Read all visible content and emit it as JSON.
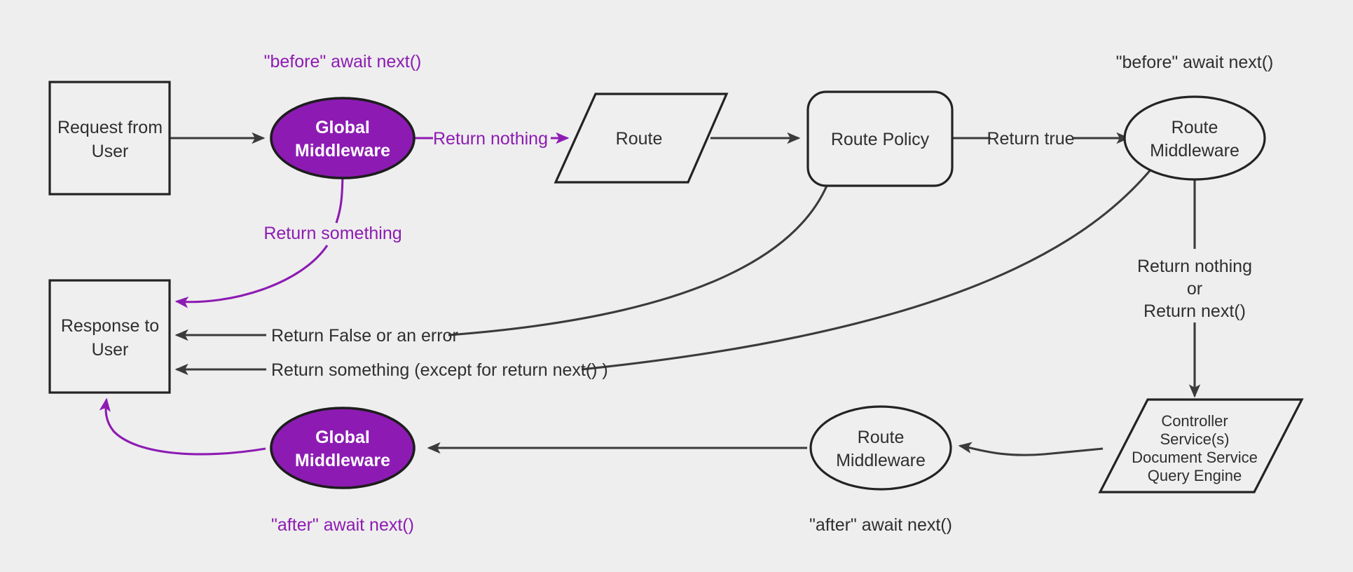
{
  "diagram": {
    "title": "Request / Middleware / Response flow",
    "background_color": "#eeeeee",
    "accent_color": "#8d1bb3",
    "line_color": "#3b3b3b",
    "nodes": {
      "request": {
        "label_line1": "Request from",
        "label_line2": "User",
        "shape": "rectangle"
      },
      "global_middleware_top": {
        "label_line1": "Global",
        "label_line2": "Middleware",
        "shape": "ellipse",
        "fill": "#8d1bb3"
      },
      "route": {
        "label": "Route",
        "shape": "parallelogram"
      },
      "route_policy": {
        "label": "Route Policy",
        "shape": "rounded-rectangle"
      },
      "route_middleware_top": {
        "label_line1": "Route",
        "label_line2": "Middleware",
        "shape": "ellipse"
      },
      "controller": {
        "label_line1": "Controller",
        "label_line2": "Service(s)",
        "label_line3": "Document Service",
        "label_line4": "Query Engine",
        "shape": "parallelogram"
      },
      "route_middleware_bottom": {
        "label_line1": "Route",
        "label_line2": "Middleware",
        "shape": "ellipse"
      },
      "global_middleware_bottom": {
        "label_line1": "Global",
        "label_line2": "Middleware",
        "shape": "ellipse",
        "fill": "#8d1bb3"
      },
      "response": {
        "label_line1": "Response to",
        "label_line2": "User",
        "shape": "rectangle"
      }
    },
    "annotations": {
      "before_await_next_global": "\"before\" await next()",
      "after_await_next_global": "\"after\" await next()",
      "before_await_next_route": "\"before\" await next()",
      "after_await_next_route": "\"after\" await next()"
    },
    "edge_labels": {
      "return_nothing": "Return nothing",
      "return_something": "Return something",
      "return_true": "Return true",
      "return_false_or_error": "Return False or an error",
      "return_something_except_next": "Return something (except for return next() )",
      "return_nothing_or_next_line1": "Return nothing",
      "return_nothing_or_next_line2": "or",
      "return_nothing_or_next_line3": "Return next()"
    }
  }
}
